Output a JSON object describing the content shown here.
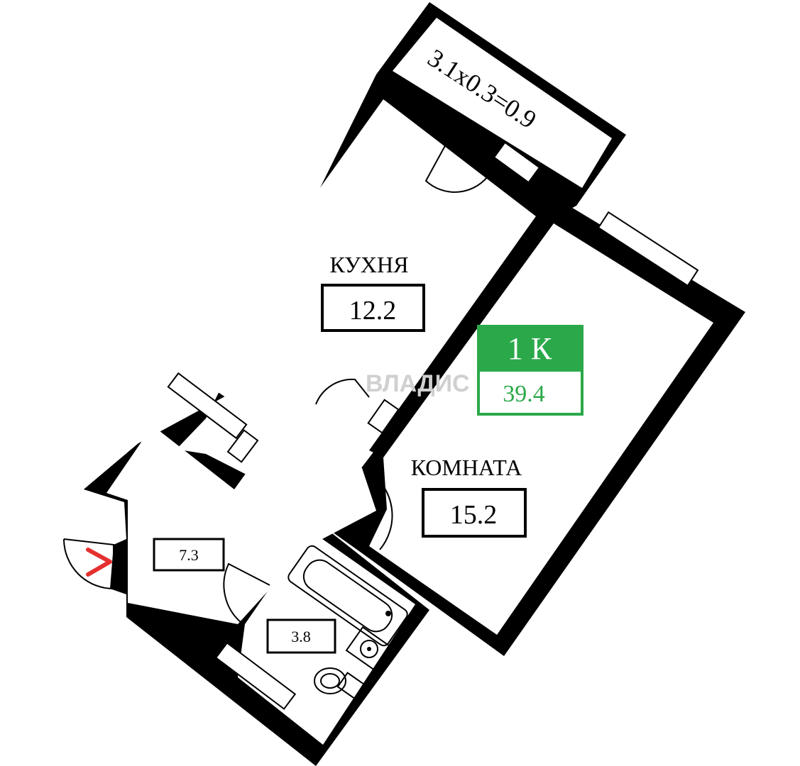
{
  "balcony": {
    "label": "3.1x0.3=0.9"
  },
  "kitchen": {
    "name": "КУХНЯ",
    "area": "12.2"
  },
  "room": {
    "name": "КОМНАТА",
    "area": "15.2"
  },
  "hall": {
    "area": "7.3"
  },
  "bathroom": {
    "area": "3.8"
  },
  "summary": {
    "rooms": "1 К",
    "total_area": "39.4"
  },
  "watermark": {
    "text": "ВЛАДИС"
  },
  "colors": {
    "badge_green": "#2ba94a",
    "entrance_arrow": "#e53030",
    "wall": "#000000"
  },
  "icons": {
    "entrance": "entrance-arrow-icon",
    "bathtub": "bathtub-icon",
    "sink": "sink-icon",
    "toilet": "toilet-icon"
  }
}
